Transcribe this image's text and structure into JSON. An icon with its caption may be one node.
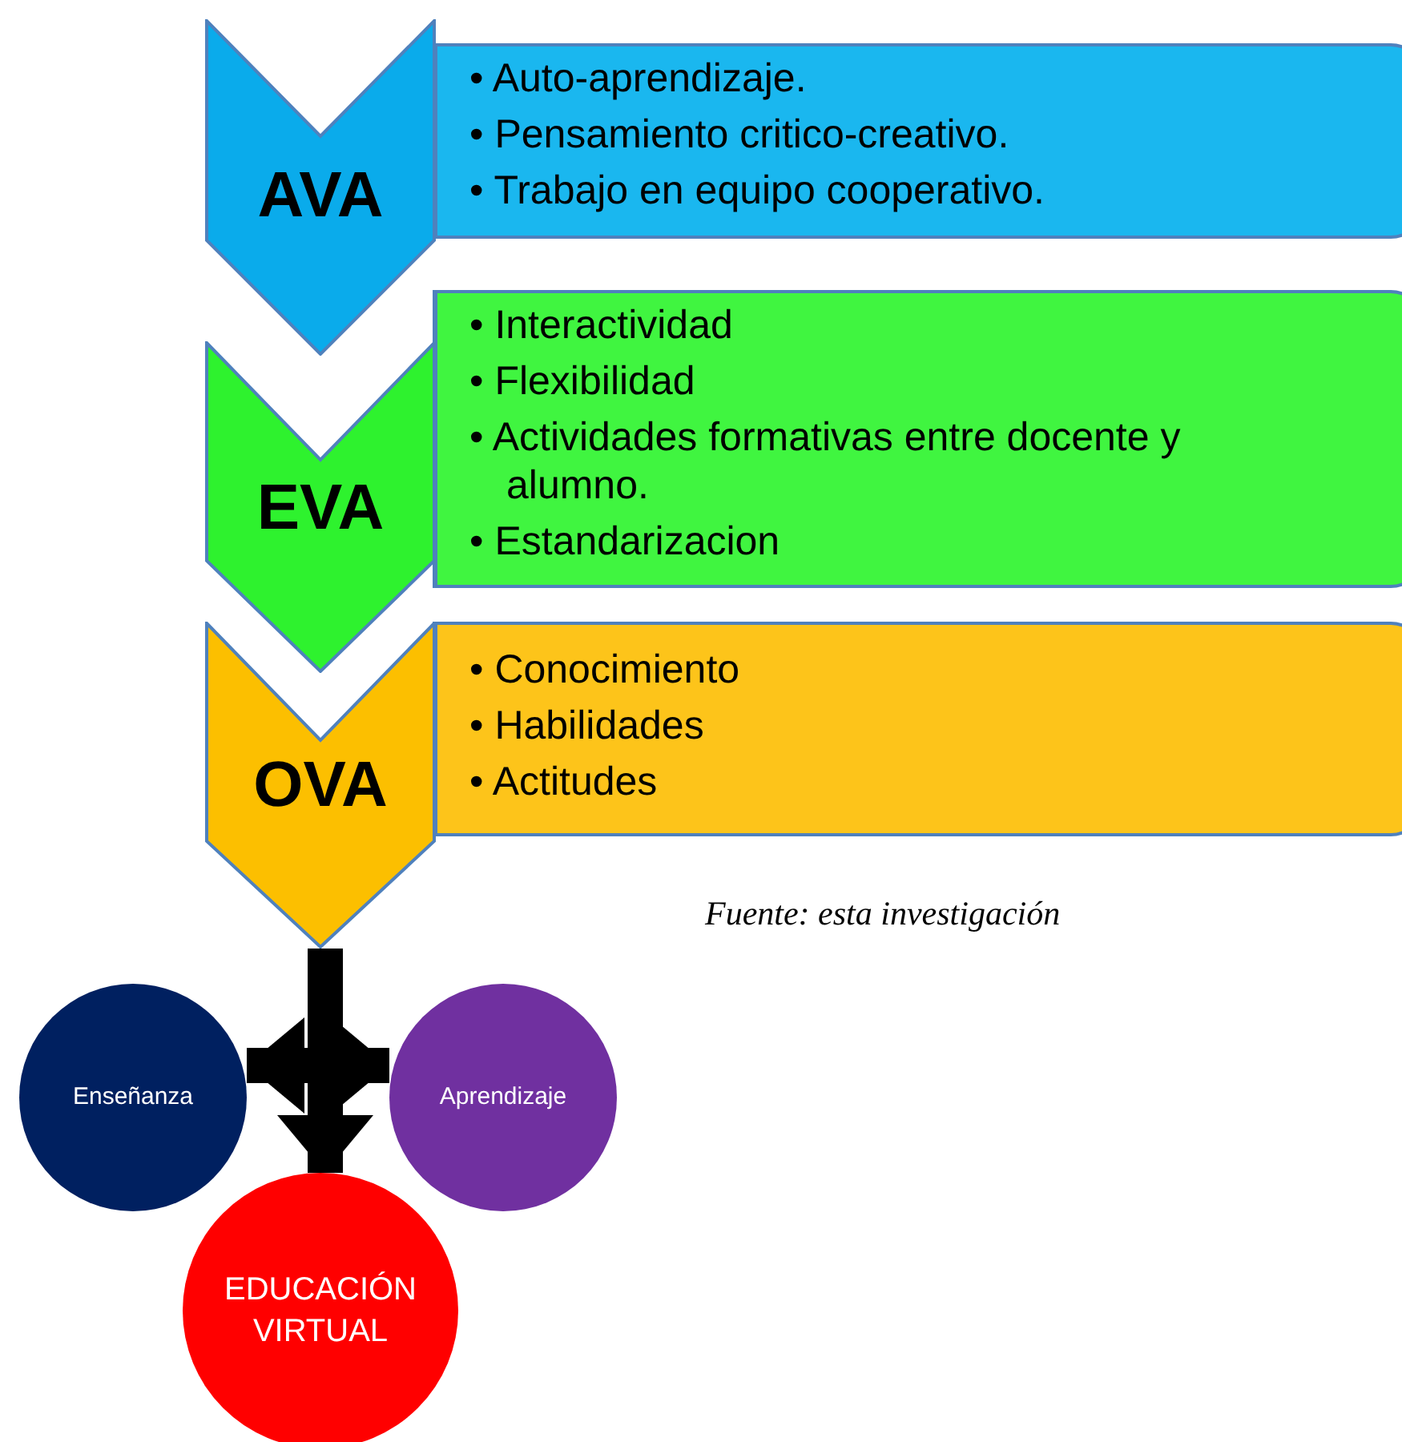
{
  "diagram": {
    "caption": "Fuente: esta investigación",
    "nodes": [
      {
        "text": [
          "AVA"
        ]
      },
      {
        "text": [
          "• Auto-aprendizaje.",
          "• Pensamiento critico-creativo.",
          "• Trabajo en equipo cooperativo."
        ]
      },
      {
        "text": [
          "EVA"
        ]
      },
      {
        "text": [
          "• Interactividad",
          "• Flexibilidad",
          "• Actividades formativas entre docente y alumno.",
          "• Estandarizacion"
        ]
      },
      {
        "text": [
          "OVA"
        ]
      },
      {
        "text": [
          "• Conocimiento",
          "• Habilidades",
          "• Actitudes"
        ]
      },
      {
        "text": [
          "Enseñanza"
        ]
      },
      {
        "text": [
          "Aprendizaje"
        ]
      },
      {
        "text": [
          "EDUCACIÓN VIRTUAL"
        ]
      }
    ],
    "edges": [
      {
        "from": 4,
        "to": 6,
        "arrow": "to"
      },
      {
        "from": 4,
        "to": 7,
        "arrow": "to"
      },
      {
        "from": 4,
        "to": 8,
        "arrow": "to"
      }
    ]
  }
}
